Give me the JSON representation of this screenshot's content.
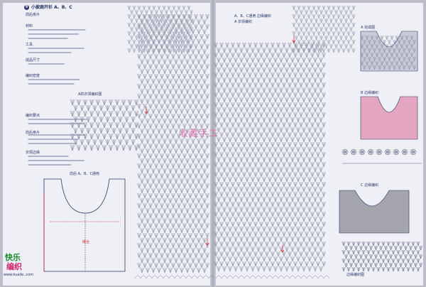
{
  "left_page": {
    "section_number": "9",
    "section_title": "小披肩开衫 A、B、C",
    "header_note": "前后身片",
    "notes": [
      "材料",
      "工具",
      "成品尺寸",
      "编织密度"
    ],
    "lower_notes": [
      "编织要点",
      "前后身片",
      "衣领边缘"
    ],
    "pattern_label": "A的衣领编织图",
    "schematic_title": "前后 A、B、C通用",
    "schematic_note": "缝合"
  },
  "right_page": {
    "header_title": "A、B、C通用  边缘编织",
    "legend_note": "A  衣领编织",
    "panel_labels": {
      "a": "A  完成图",
      "b": "B  边缘编织",
      "c": "C  边缘编织"
    },
    "border_label": "边缘编织图"
  },
  "watermark": "收藏手工",
  "logo": {
    "line1": "快乐",
    "line2": "编织",
    "url": "www.kuaile..com"
  },
  "colors": {
    "paper": "#eef0f6",
    "ink": "#2b3568",
    "panel_a": "#c9cbd8",
    "panel_b": "#e5a6bf",
    "panel_c": "#a3a4ac",
    "accent_red": "#d8262f",
    "watermark": "#e06ca6"
  },
  "icons": [
    "arrow-icon",
    "flower-icon"
  ]
}
